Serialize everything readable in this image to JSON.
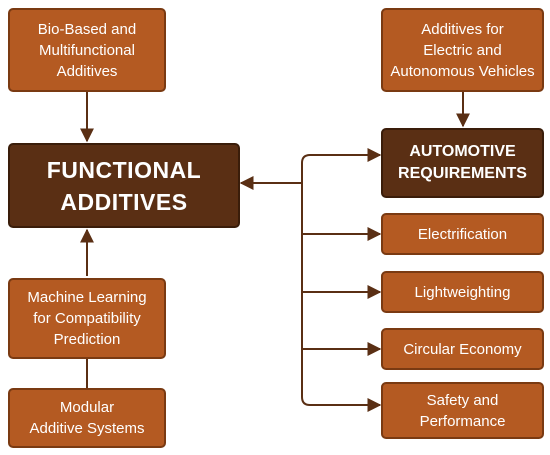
{
  "boxes": {
    "bio_based": "Bio-Based and\nMultifunctional\nAdditives",
    "functional": "FUNCTIONAL\nADDITIVES",
    "machine_learning": "Machine Learning\nfor Compatibility\nPrediction",
    "modular": "Modular\nAdditive Systems",
    "electric_autonomous": "Additives for\nElectric and\nAutonomous Vehicles",
    "automotive": "AUTOMOTIVE\nREQUIREMENTS",
    "electrification": "Electrification",
    "lightweighting": "Lightweighting",
    "circular_economy": "Circular Economy",
    "safety": "Safety and\nPerformance"
  },
  "colors": {
    "box_fill": "#b45a22",
    "box_border": "#7a3a12",
    "main_fill": "#5a2f14",
    "line": "#5a2f14",
    "text": "#ffffff"
  }
}
